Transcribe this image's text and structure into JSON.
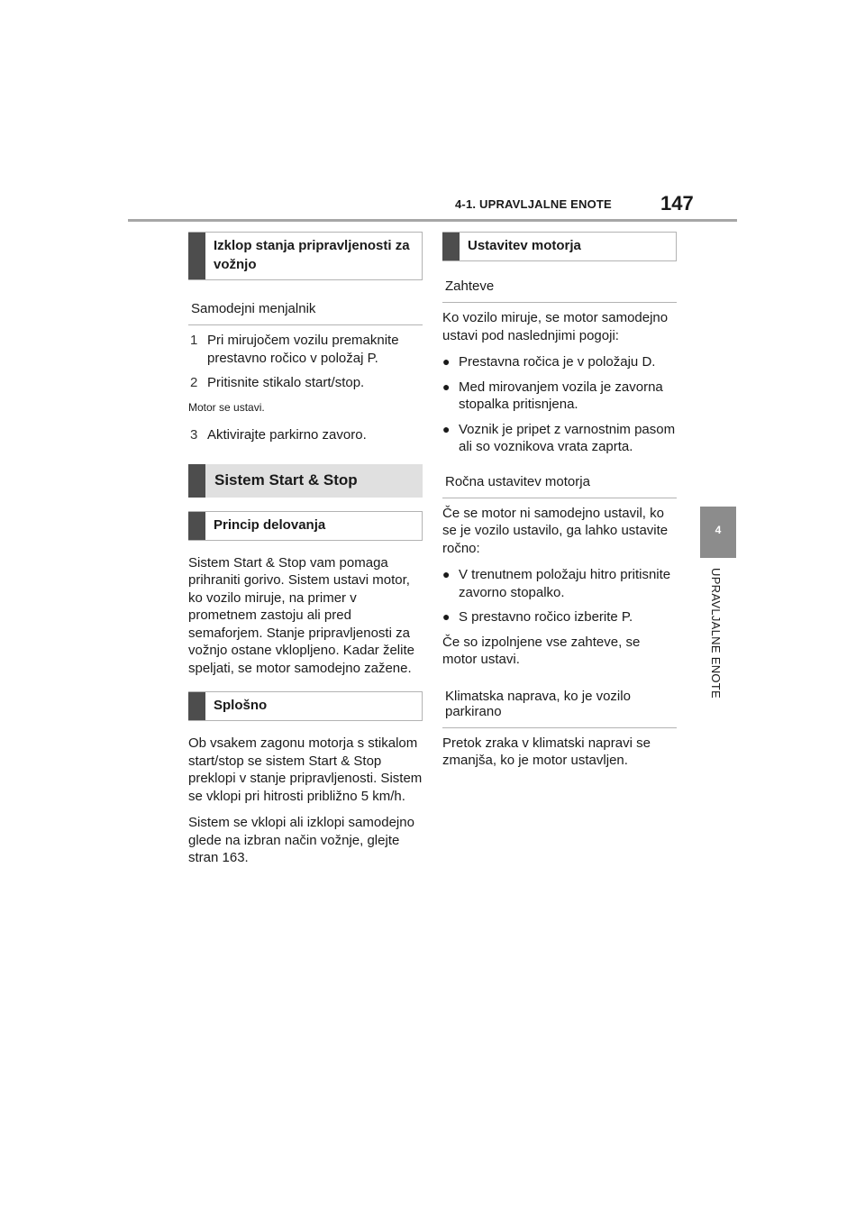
{
  "header": {
    "section": "4-1. UPRAVLJALNE ENOTE",
    "page_number": "147"
  },
  "side_tab": {
    "number": "4",
    "label": "UPRAVLJALNE ENOTE"
  },
  "left": {
    "h1": "Izklop stanja pripravljenosti za vožnjo",
    "sub1": "Samodejni menjalnik",
    "step1_num": "1",
    "step1": "Pri mirujočem vozilu premaknite prestavno ročico v položaj P.",
    "step2_num": "2",
    "step2": "Pritisnite stikalo start/stop.",
    "note": "Motor se ustavi.",
    "step3_num": "3",
    "step3": "Aktivirajte parkirno zavoro.",
    "h2": "Sistem Start & Stop",
    "h3": "Princip delovanja",
    "p1": "Sistem Start & Stop vam pomaga prihraniti gorivo. Sistem ustavi motor, ko vozilo miruje, na primer v prometnem zastoju ali pred semaforjem. Stanje pripravljenosti za vožnjo ostane vklopljeno. Kadar želite speljati, se motor samodejno zažene.",
    "h4": "Splošno",
    "p2": "Ob vsakem zagonu motorja s stikalom start/stop se sistem Start & Stop preklopi v stanje pripravljenosti. Sistem se vklopi pri hitrosti približno 5 km/h.",
    "p3": "Sistem se vklopi ali izklopi samodejno glede na izbran način vožnje, glejte stran 163."
  },
  "right": {
    "h1": "Ustavitev motorja",
    "sub1": "Zahteve",
    "p1": "Ko vozilo miruje, se motor samodejno ustavi pod naslednjimi pogoji:",
    "b1": "Prestavna ročica je v položaju D.",
    "b2": "Med mirovanjem vozila je zavorna stopalka pritisnjena.",
    "b3": "Voznik je pripet z varnostnim pasom ali so voznikova vrata zaprta.",
    "sub2": "Ročna ustavitev motorja",
    "p2": "Če se motor ni samodejno ustavil, ko se je vozilo ustavilo, ga lahko ustavite ročno:",
    "b4": "V trenutnem položaju hitro pritisnite zavorno stopalko.",
    "b5": "S prestavno ročico izberite P.",
    "p3": "Če so izpolnjene vse zahteve, se motor ustavi.",
    "sub3": "Klimatska naprava, ko je vozilo parkirano",
    "p4": "Pretok zraka v klimatski napravi se zmanjša, ko je motor ustavljen."
  },
  "bullet_glyph": "●"
}
